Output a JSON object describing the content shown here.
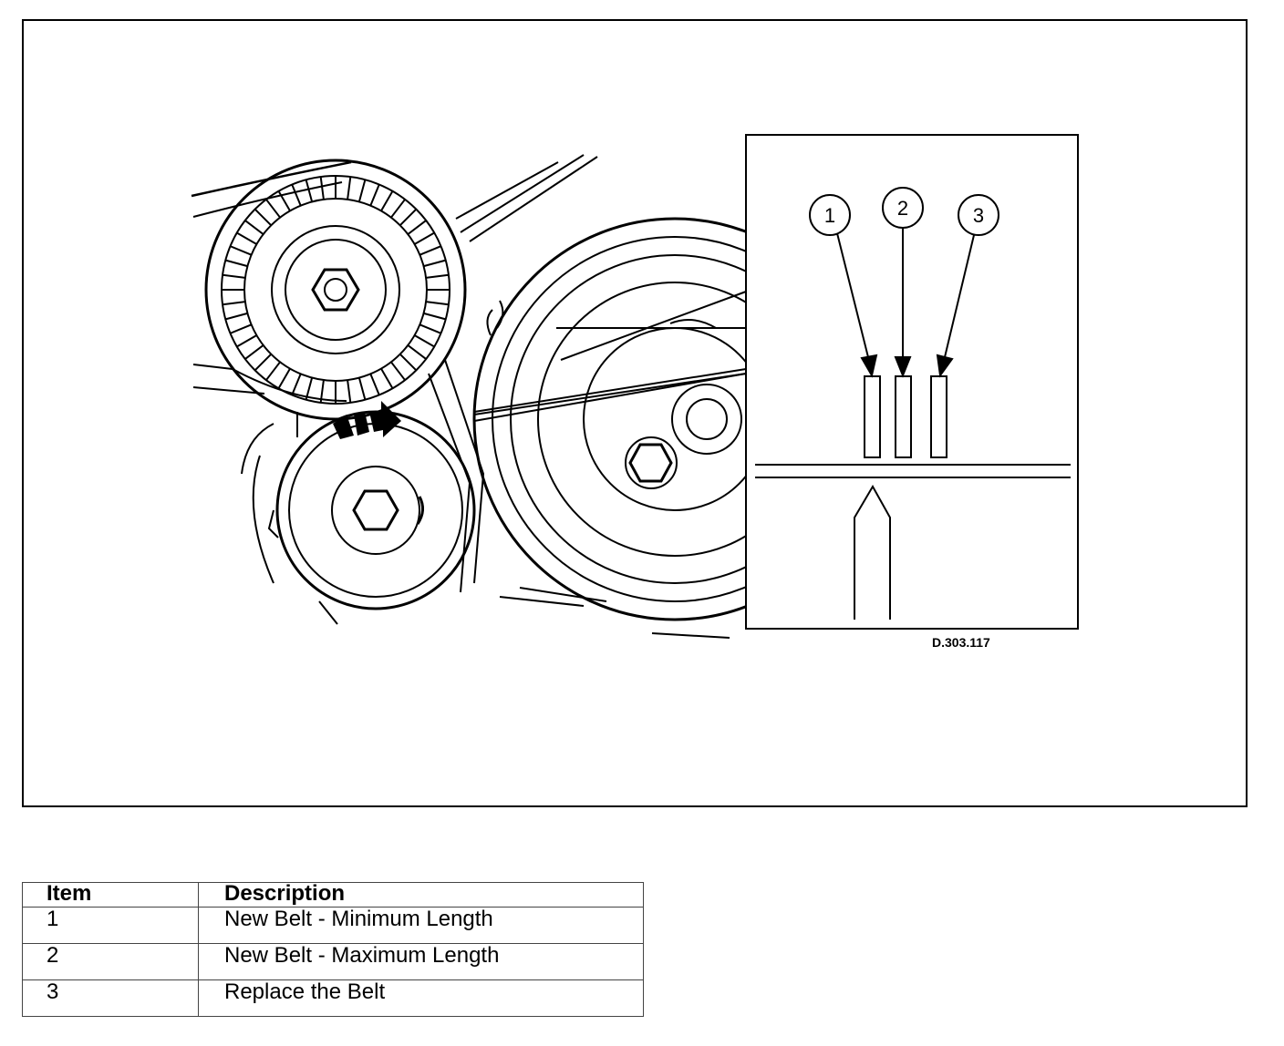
{
  "figure": {
    "callouts": [
      "1",
      "2",
      "3"
    ],
    "reference_code": "D.303.117",
    "icons": [
      "tensioner-pulley-icon",
      "idler-pulley-icon",
      "crankshaft-pulley-icon",
      "rotation-arrow-icon",
      "wear-indicator-pointer-icon"
    ]
  },
  "legend": {
    "headers": {
      "item": "Item",
      "description": "Description"
    },
    "rows": [
      {
        "item": "1",
        "description": "New Belt - Minimum Length"
      },
      {
        "item": "2",
        "description": "New Belt - Maximum Length"
      },
      {
        "item": "3",
        "description": "Replace the Belt"
      }
    ]
  }
}
